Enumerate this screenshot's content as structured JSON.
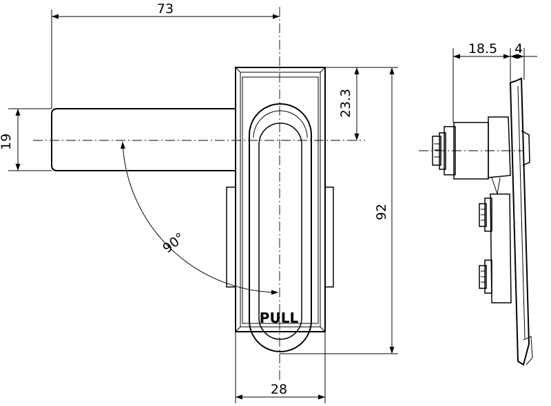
{
  "dimensions": {
    "width_total": "73",
    "handle_width": "19",
    "offset_top": "23.3",
    "height_total": "92",
    "base_width": "28",
    "side_depth": "18.5",
    "side_plate": "4"
  },
  "angle": "90°",
  "handle_label": "PULL"
}
